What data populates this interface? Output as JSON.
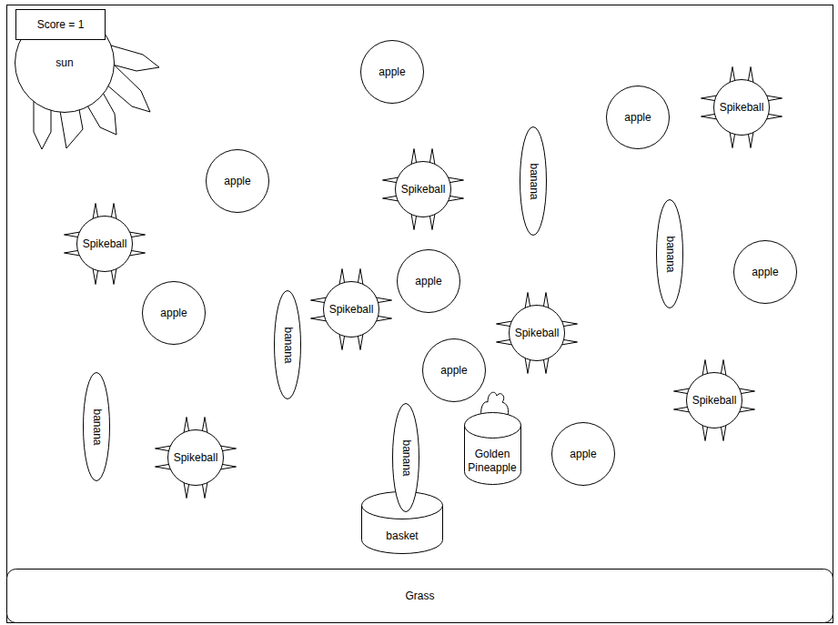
{
  "diagram": {
    "nodes": [
      {
        "text": [
          "Score = 1"
        ]
      },
      {
        "text": [
          "sun"
        ]
      },
      {
        "text": [
          "apple"
        ]
      },
      {
        "text": [
          "Spikeball"
        ]
      },
      {
        "text": [
          "apple"
        ]
      },
      {
        "text": [
          "apple"
        ]
      },
      {
        "text": [
          "banana"
        ]
      },
      {
        "text": [
          "Spikeball"
        ]
      },
      {
        "text": [
          "Spikeball"
        ]
      },
      {
        "text": [
          "banana"
        ]
      },
      {
        "text": [
          "apple"
        ]
      },
      {
        "text": [
          "apple"
        ]
      },
      {
        "text": [
          "Spikeball"
        ]
      },
      {
        "text": [
          "apple"
        ]
      },
      {
        "text": [
          "Spikeball"
        ]
      },
      {
        "text": [
          "banana"
        ]
      },
      {
        "text": [
          "apple"
        ]
      },
      {
        "text": [
          "Spikeball"
        ]
      },
      {
        "text": [
          "banana"
        ]
      },
      {
        "text": [
          "Golden Pineapple"
        ]
      },
      {
        "text": [
          "apple"
        ]
      },
      {
        "text": [
          "Spikeball"
        ]
      },
      {
        "text": [
          "banana"
        ]
      },
      {
        "text": [
          "basket"
        ]
      },
      {
        "text": [
          "Grass"
        ]
      }
    ]
  }
}
